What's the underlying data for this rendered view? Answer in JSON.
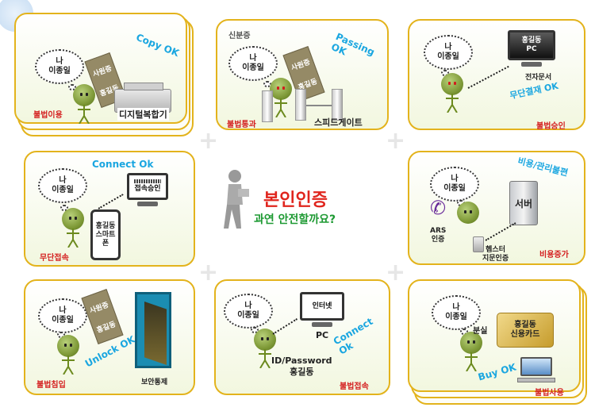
{
  "center": {
    "title": "본인인증",
    "subtitle": "과연 안전할까요?"
  },
  "panels": {
    "p1": {
      "bubble": [
        "나",
        "이종일"
      ],
      "tag": [
        "사원증",
        "홍길동"
      ],
      "ok": "Copy OK",
      "device": "디지털복합기",
      "result": "불법이용"
    },
    "p2": {
      "top": "신분증",
      "bubble": [
        "나",
        "이종일"
      ],
      "tag": [
        "사원증",
        "홍길동"
      ],
      "ok": "Passing OK",
      "device": "스피드게이트",
      "result": "불법통과"
    },
    "p3": {
      "bubble": [
        "나",
        "이종일"
      ],
      "monitor": [
        "홍길동",
        "PC"
      ],
      "doc": "전자문서",
      "ok": "무단결재 OK",
      "result": "불법승인"
    },
    "p4": {
      "bubble": [
        "나",
        "이종일"
      ],
      "monitor": [
        "접속승인"
      ],
      "ok": "Connect Ok",
      "phone": [
        "홍길동",
        "스마트",
        "폰"
      ],
      "result": "무단접속"
    },
    "p5": {
      "bubble": [
        "나",
        "이종일"
      ],
      "ok": "비용/관리불편",
      "server": "서버",
      "ars": [
        "ARS",
        "인증"
      ],
      "token": [
        "헴스터",
        "지문인증"
      ],
      "result": "비용증가"
    },
    "p6": {
      "bubble": [
        "나",
        "이종일"
      ],
      "tag": [
        "사원증",
        "홍길동"
      ],
      "ok": "Unlock OK",
      "device": "보안통제",
      "result": "불법침입"
    },
    "p7": {
      "bubble": [
        "나",
        "이종일"
      ],
      "monitor": [
        "인터넷"
      ],
      "pc": "PC",
      "ok": "Connect Ok",
      "cred": [
        "ID/Password",
        "홍길동"
      ],
      "result": "불법접속"
    },
    "p8": {
      "bubble": [
        "나",
        "이종일"
      ],
      "lost": "분실",
      "card": [
        "홍길동",
        "신용카드"
      ],
      "ok": "Buy OK",
      "result": "불법사용"
    }
  },
  "colors": {
    "border": "#e3b31c",
    "ok": "#1aa6e0",
    "result": "#d42020",
    "title": "#e0251d",
    "subtitle": "#1e9a33"
  }
}
